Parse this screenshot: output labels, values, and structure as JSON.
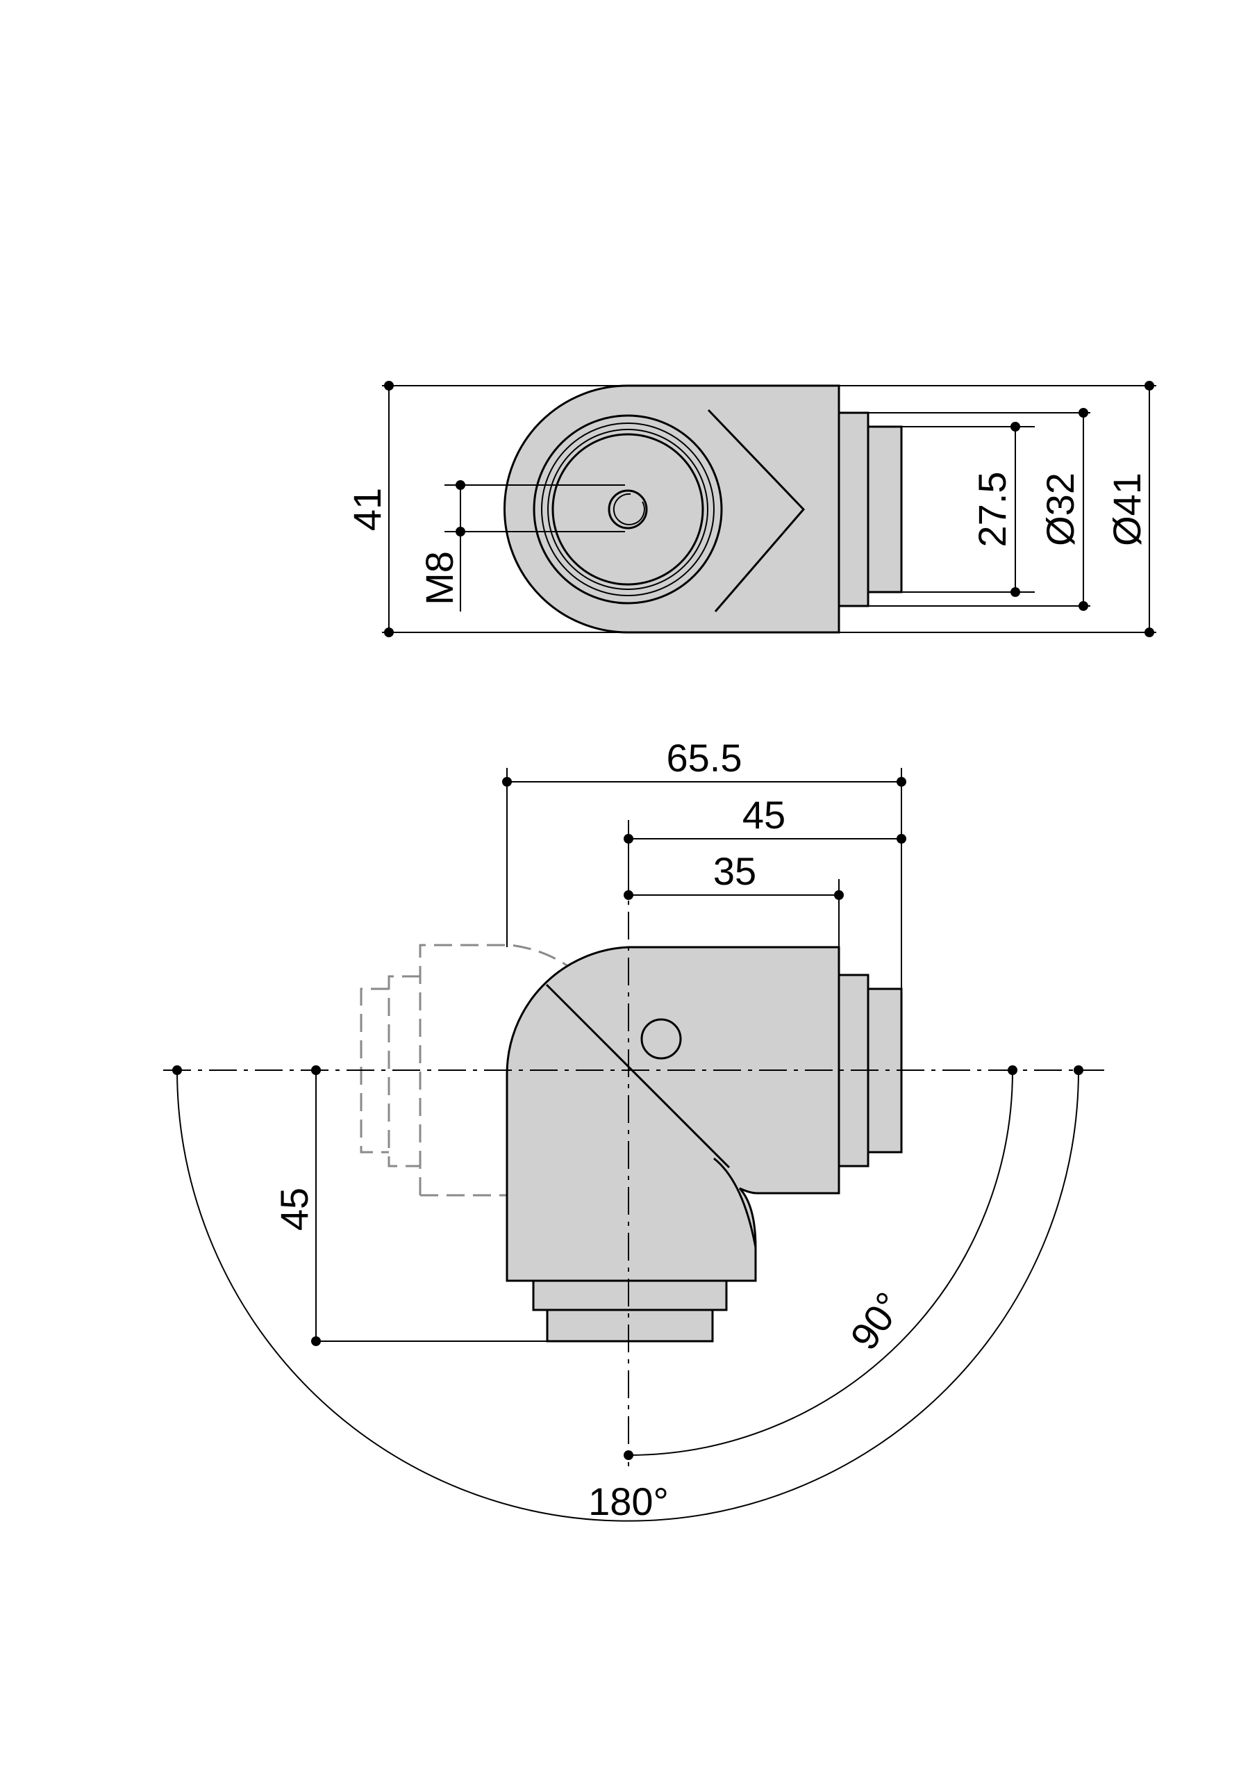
{
  "top_view": {
    "height_dim": "41",
    "thread_dim": "M8",
    "inner_dim": "27.5",
    "mid_dim": "Ø32",
    "outer_dim": "Ø41"
  },
  "side_view": {
    "overall_width": "65.5",
    "center_to_face": "45",
    "center_to_body": "35",
    "center_to_bottom": "45",
    "angle_small": "90°",
    "angle_large": "180°"
  }
}
